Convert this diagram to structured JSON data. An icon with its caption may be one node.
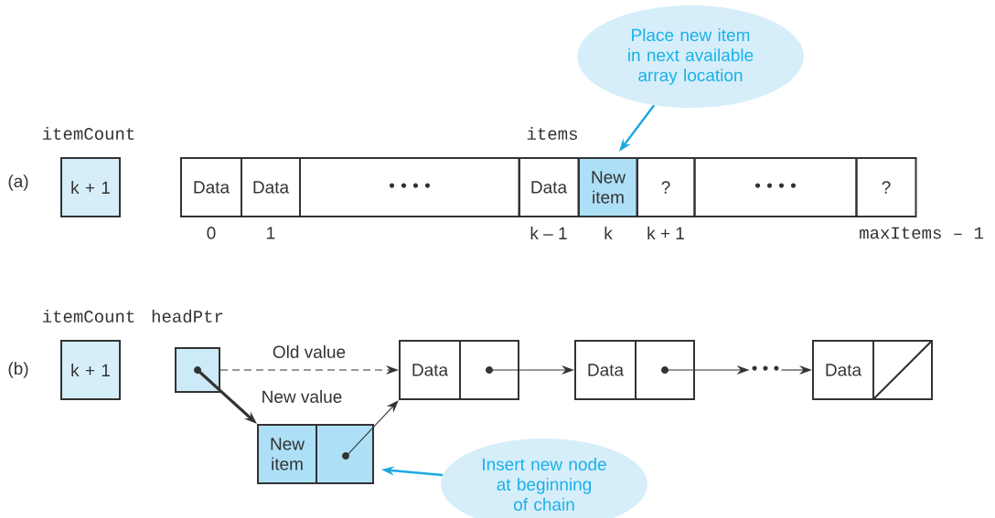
{
  "diagram": {
    "nodes": [
      {
        "text": [
          "k + 1"
        ],
        "beside": [
          "itemCount"
        ]
      },
      {
        "text": [
          "Data"
        ],
        "beside": [
          "0"
        ]
      },
      {
        "text": [
          "Data"
        ],
        "beside": [
          "1"
        ]
      },
      {
        "text": [
          "• • • •"
        ]
      },
      {
        "text": [
          "Data"
        ],
        "beside": [
          "k – 1"
        ]
      },
      {
        "text": [
          "New item"
        ],
        "beside": [
          "k"
        ]
      },
      {
        "text": [
          "?"
        ],
        "beside": [
          "k + 1"
        ]
      },
      {
        "text": [
          "• • • •"
        ]
      },
      {
        "text": [
          "?"
        ],
        "beside": [
          "maxItems – 1"
        ]
      },
      {
        "text": [
          "Place new item in next available array location"
        ]
      },
      {
        "text": [
          "k + 1"
        ],
        "beside": [
          "itemCount"
        ]
      },
      {
        "text": [],
        "shape": "box",
        "beside": [
          "headPtr"
        ]
      },
      {
        "text": [
          "Data"
        ]
      },
      {
        "text": [
          "Data"
        ]
      },
      {
        "text": [
          "• • •"
        ]
      },
      {
        "text": [
          "Data"
        ]
      },
      {
        "text": [
          "New item"
        ]
      },
      {
        "text": [
          "Insert new node at beginning of chain"
        ]
      }
    ],
    "edges": [
      {
        "from": 9,
        "to": 5,
        "arrow": "to",
        "color": "#1aa9e0"
      },
      {
        "from": 11,
        "to": 12,
        "arrow": "to",
        "label": "Old value",
        "style": "dashed"
      },
      {
        "from": 11,
        "to": 16,
        "arrow": "to",
        "label": "New value",
        "style": "thick"
      },
      {
        "from": 16,
        "to": 12,
        "arrow": "to"
      },
      {
        "from": 12,
        "to": 13,
        "arrow": "to"
      },
      {
        "from": 13,
        "to": 14,
        "arrow": "to"
      },
      {
        "from": 14,
        "to": 15,
        "arrow": "to"
      },
      {
        "from": 17,
        "to": 16,
        "arrow": "to",
        "color": "#1aa9e0"
      }
    ],
    "labels": [
      "(a)",
      "items",
      "(b)"
    ]
  }
}
